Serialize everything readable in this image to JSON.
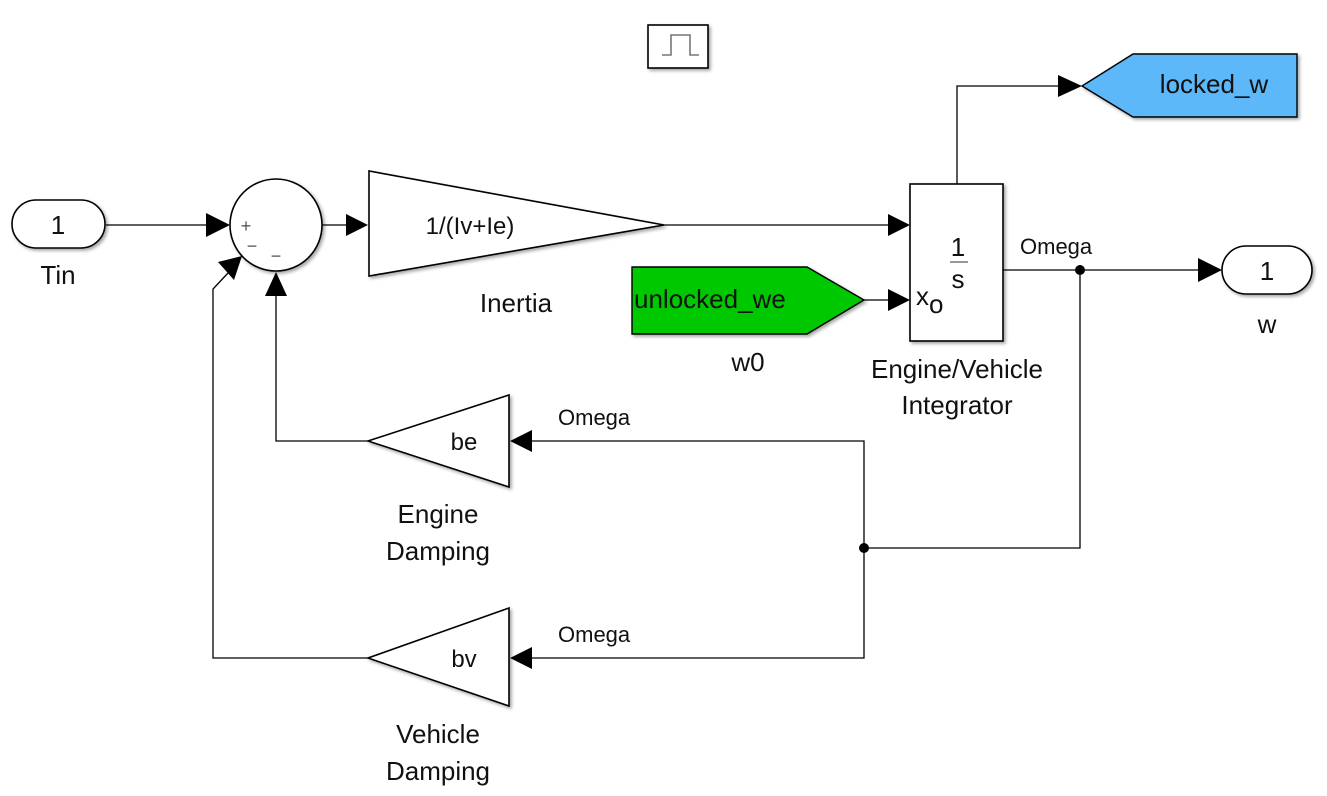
{
  "diagram": {
    "type": "simulink-block-diagram",
    "colors": {
      "goto_fill": "#00c800",
      "from_fill": "#5bb8f8",
      "line": "#000000",
      "block_fill": "#ffffff"
    },
    "blocks": {
      "pulse_icon": {
        "icon": "pulse-icon"
      },
      "tin_port": {
        "number": "1",
        "name": "Tin"
      },
      "sum": {
        "signs": [
          "+",
          "−",
          "−"
        ]
      },
      "inertia": {
        "gain": "1/(Iv+Ie)",
        "name": "Inertia"
      },
      "integrator": {
        "numerator": "1",
        "denominator": "s",
        "ic_port": "x",
        "ic_sub": "o",
        "name_line1": "Engine/Vehicle",
        "name_line2": "Integrator"
      },
      "goto_locked": {
        "tag": "locked_w"
      },
      "from_unlocked": {
        "tag": "unlocked_we",
        "name": "w0"
      },
      "w_port": {
        "number": "1",
        "name": "w"
      },
      "engine_damping": {
        "gain": "be",
        "name_line1": "Engine",
        "name_line2": "Damping"
      },
      "vehicle_damping": {
        "gain": "bv",
        "name_line1": "Vehicle",
        "name_line2": "Damping"
      }
    },
    "signals": {
      "omega_main": "Omega",
      "omega_engine": "Omega",
      "omega_vehicle": "Omega"
    }
  }
}
